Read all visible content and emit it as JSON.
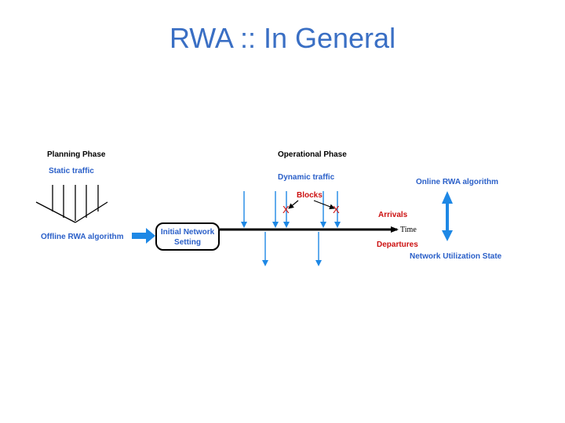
{
  "title": "RWA :: In General",
  "planning": {
    "phase_label": "Planning Phase",
    "traffic_label": "Static traffic",
    "algorithm_label": "Offline RWA algorithm"
  },
  "initial_setting": {
    "line1": "Initial Network",
    "line2": "Setting"
  },
  "operational": {
    "phase_label": "Operational Phase",
    "traffic_label": "Dynamic traffic",
    "blocks_label": "Blocks",
    "block_marks": [
      "X",
      "X"
    ],
    "arrivals_label": "Arrivals",
    "departures_label": "Departures",
    "time_label": "Time",
    "online_label": "Online RWA algorithm",
    "state_label": "Network Utilization State"
  },
  "colors": {
    "title": "#3a6fc4",
    "label_blue": "#2a5fc8",
    "arrow_blue": "#1e88e5",
    "block_red": "#cc1111"
  }
}
